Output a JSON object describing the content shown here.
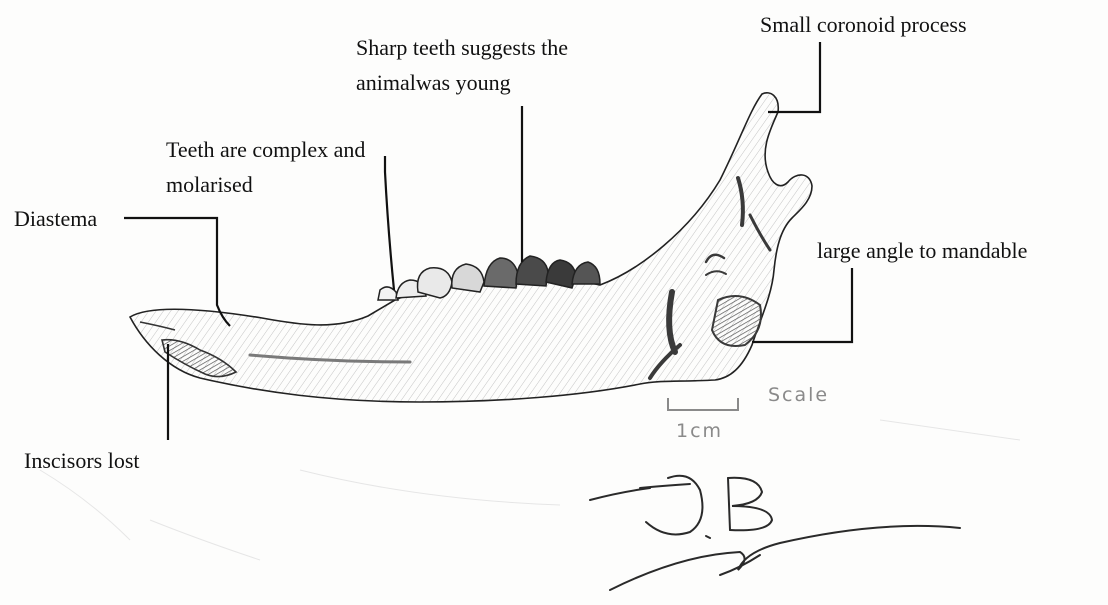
{
  "labels": {
    "small_coronoid": "Small coronoid process",
    "sharp_teeth_line1": "Sharp teeth suggests the",
    "sharp_teeth_line2": "animalwas young",
    "teeth_complex_line1": "Teeth are complex and",
    "teeth_complex_line2": "molarised",
    "diastema": "Diastema",
    "large_angle": "large angle to mandable",
    "incisors_lost": "Inscisors lost"
  },
  "scale": {
    "word": "Scale",
    "unit": "1cm"
  },
  "signature": "J.B",
  "colors": {
    "ink": "#111111",
    "pencil": "#8a8a8a",
    "shading": "#3a3a3a",
    "paper": "#fdfdfc"
  }
}
